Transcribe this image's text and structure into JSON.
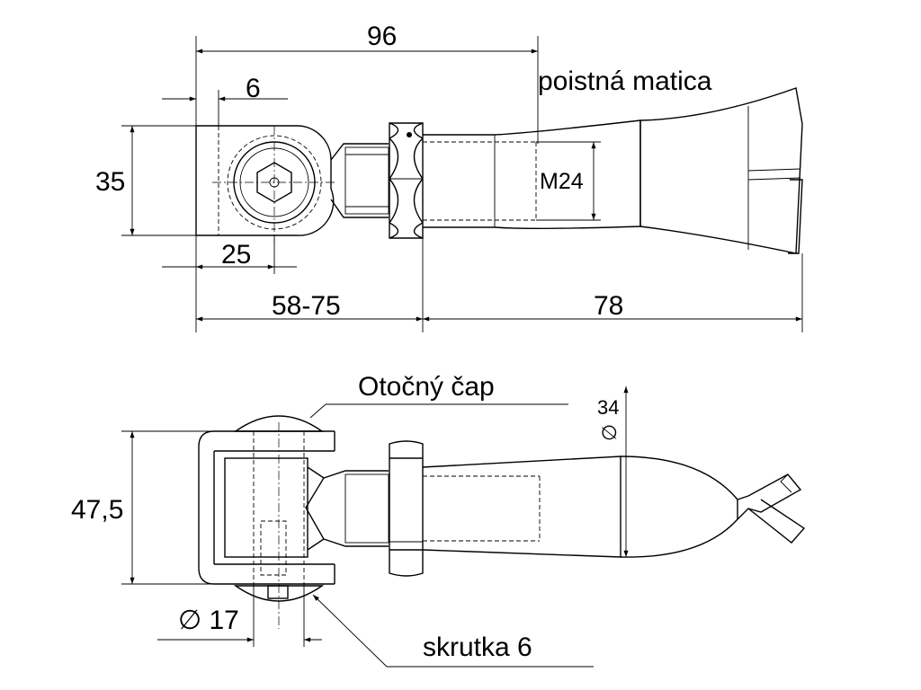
{
  "dimensions": {
    "top_total": "96",
    "top_offset": "6",
    "top_height": "35",
    "top_eye": "25",
    "top_adjust": "58-75",
    "top_tail": "78",
    "thread": "M24",
    "bottom_height": "47,5",
    "bottom_pin": "∅ 17",
    "bottom_cone": "34",
    "diameter_symbol": "∅"
  },
  "labels": {
    "lock_nut": "poistná matica",
    "pivot_pin": "Otočný čap",
    "screw": "skrutka 6"
  }
}
